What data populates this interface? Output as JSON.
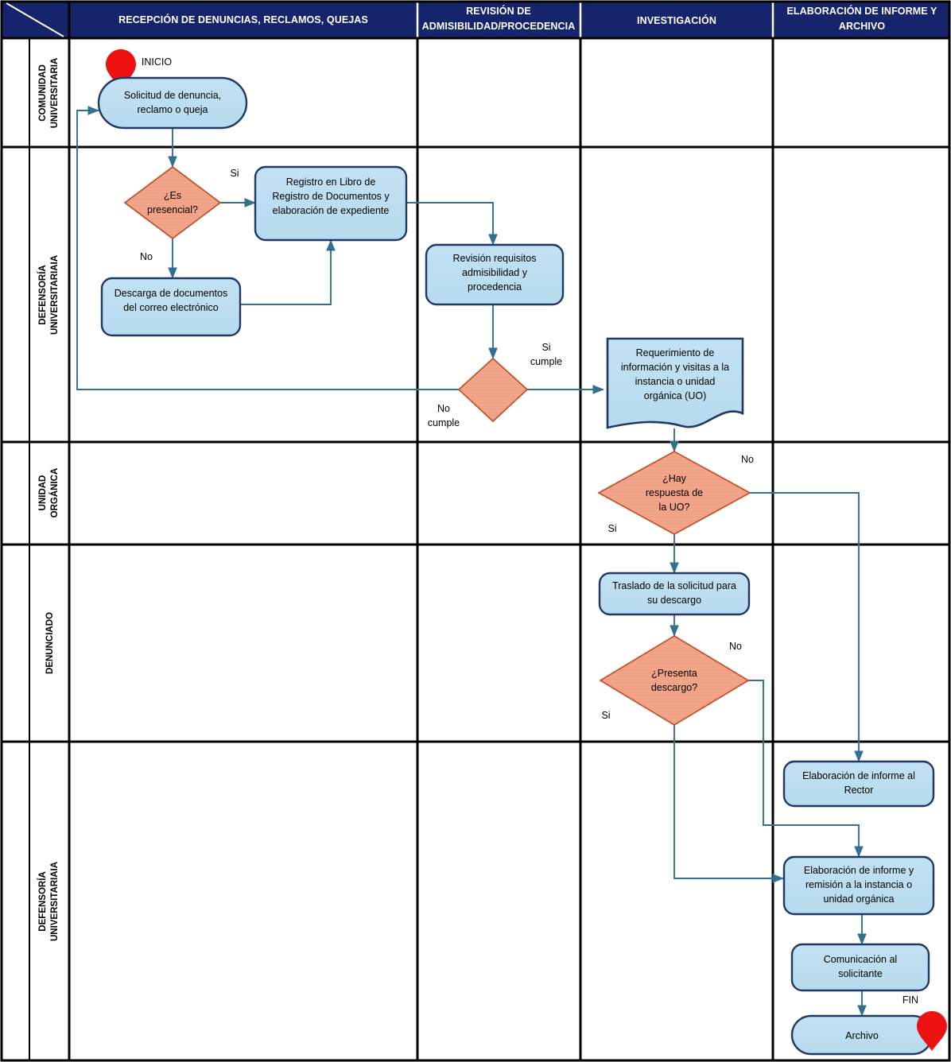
{
  "diagram": {
    "type": "swimlane-flowchart",
    "title_bar_color": "#16256b",
    "process_fill": "#bddef0",
    "process_stroke": "#1f3864",
    "decision_fill": "#f3a58a",
    "decision_stroke": "#c0562f",
    "connector_color": "#31708f",
    "grid_color": "#000000",
    "marker_color": "#ee1111"
  },
  "header": {
    "corner_cell": "",
    "columns": [
      {
        "id": "col-recepcion",
        "label": "RECEPCIÓN DE DENUNCIAS, RECLAMOS, QUEJAS"
      },
      {
        "id": "col-revision",
        "label": "REVISIÓN DE ADMISIBILIDAD/PROCEDENCIA",
        "lines": [
          "REVISIÓN DE",
          "ADMISIBILIDAD/PROCEDENCIA"
        ]
      },
      {
        "id": "col-investigacion",
        "label": "INVESTIGACIÓN",
        "lines": [
          "INVESTIGACIÓN"
        ]
      },
      {
        "id": "col-informe",
        "label": "ELABORACIÓN DE INFORME Y ARCHIVO",
        "lines": [
          "ELABORACIÓN DE INFORME Y",
          "ARCHIVO"
        ]
      }
    ]
  },
  "lanes": [
    {
      "id": "lane-comunidad",
      "label": "COMUNIDAD UNIVERSITARIA",
      "lines": [
        "COMUNIDAD",
        "UNIVERSITARIA"
      ]
    },
    {
      "id": "lane-defensoria-1",
      "label": "DEFENSORÍA UNIVERSITARIAIA",
      "lines": [
        "DEFENSORÍA",
        "UNIVERSITARIAIA"
      ]
    },
    {
      "id": "lane-unidad-organica",
      "label": "UNIDAD ORGÁNICA",
      "lines": [
        "UNIDAD",
        "ORGÁNICA"
      ]
    },
    {
      "id": "lane-denunciado",
      "label": "DENUNCIADO",
      "lines": [
        "DENUNCIADO"
      ]
    },
    {
      "id": "lane-defensoria-2",
      "label": "DEFENSORÍA UNIVERSITARIAIA",
      "lines": [
        "DEFENSORÍA",
        "UNIVERSITARIAIA"
      ]
    }
  ],
  "markers": [
    {
      "id": "marker-inicio",
      "label": "INICIO",
      "shape": "pin"
    },
    {
      "id": "marker-fin",
      "label": "FIN",
      "shape": "pin"
    }
  ],
  "nodes": [
    {
      "id": "node-solicitud",
      "shape": "terminator",
      "lines": [
        "Solicitud de denuncia,",
        "reclamo o queja"
      ]
    },
    {
      "id": "node-es-presencial",
      "shape": "decision",
      "lines": [
        "¿Es",
        "presencial?"
      ]
    },
    {
      "id": "node-registro-libro",
      "shape": "process",
      "lines": [
        "Registro en Libro de",
        "Registro de Documentos y",
        "elaboración de expediente"
      ]
    },
    {
      "id": "node-descarga-documentos",
      "shape": "process",
      "lines": [
        "Descarga de documentos",
        "del correo electrónico"
      ]
    },
    {
      "id": "node-revision-requisitos",
      "shape": "process",
      "lines": [
        "Revisión requisitos",
        "admisibilidad y",
        "procedencia"
      ]
    },
    {
      "id": "node-cumple-decision",
      "shape": "decision",
      "lines": []
    },
    {
      "id": "node-requerimiento",
      "shape": "document",
      "lines": [
        "Requerimiento de",
        "información y visitas a la",
        "instancia o unidad",
        "orgánica (UO)"
      ]
    },
    {
      "id": "node-hay-respuesta",
      "shape": "decision",
      "lines": [
        "¿Hay",
        "respuesta de",
        "la UO?"
      ]
    },
    {
      "id": "node-traslado",
      "shape": "process",
      "lines": [
        "Traslado de la solicitud para",
        "su descargo"
      ]
    },
    {
      "id": "node-presenta-descargo",
      "shape": "decision",
      "lines": [
        "¿Presenta",
        "descargo?"
      ]
    },
    {
      "id": "node-informe-rector",
      "shape": "process",
      "lines": [
        "Elaboración de informe al",
        "Rector"
      ]
    },
    {
      "id": "node-informe-remision",
      "shape": "process",
      "lines": [
        "Elaboración de informe y",
        "remisión a la instancia o",
        "unidad orgánica"
      ]
    },
    {
      "id": "node-comunicacion",
      "shape": "process",
      "lines": [
        "Comunicación al",
        "solicitante"
      ]
    },
    {
      "id": "node-archivo",
      "shape": "terminator",
      "lines": [
        "Archivo"
      ]
    }
  ],
  "edge_labels": [
    {
      "id": "edge-label-si-presencial",
      "text": "Si"
    },
    {
      "id": "edge-label-no-presencial",
      "text": "No"
    },
    {
      "id": "edge-label-si-cumple",
      "lines": [
        "Si",
        "cumple"
      ]
    },
    {
      "id": "edge-label-no-cumple",
      "lines": [
        "No",
        "cumple"
      ]
    },
    {
      "id": "edge-label-no-respuesta",
      "text": "No"
    },
    {
      "id": "edge-label-si-respuesta",
      "text": "Si"
    },
    {
      "id": "edge-label-no-descargo",
      "text": "No"
    },
    {
      "id": "edge-label-si-descargo",
      "text": "Si"
    }
  ]
}
